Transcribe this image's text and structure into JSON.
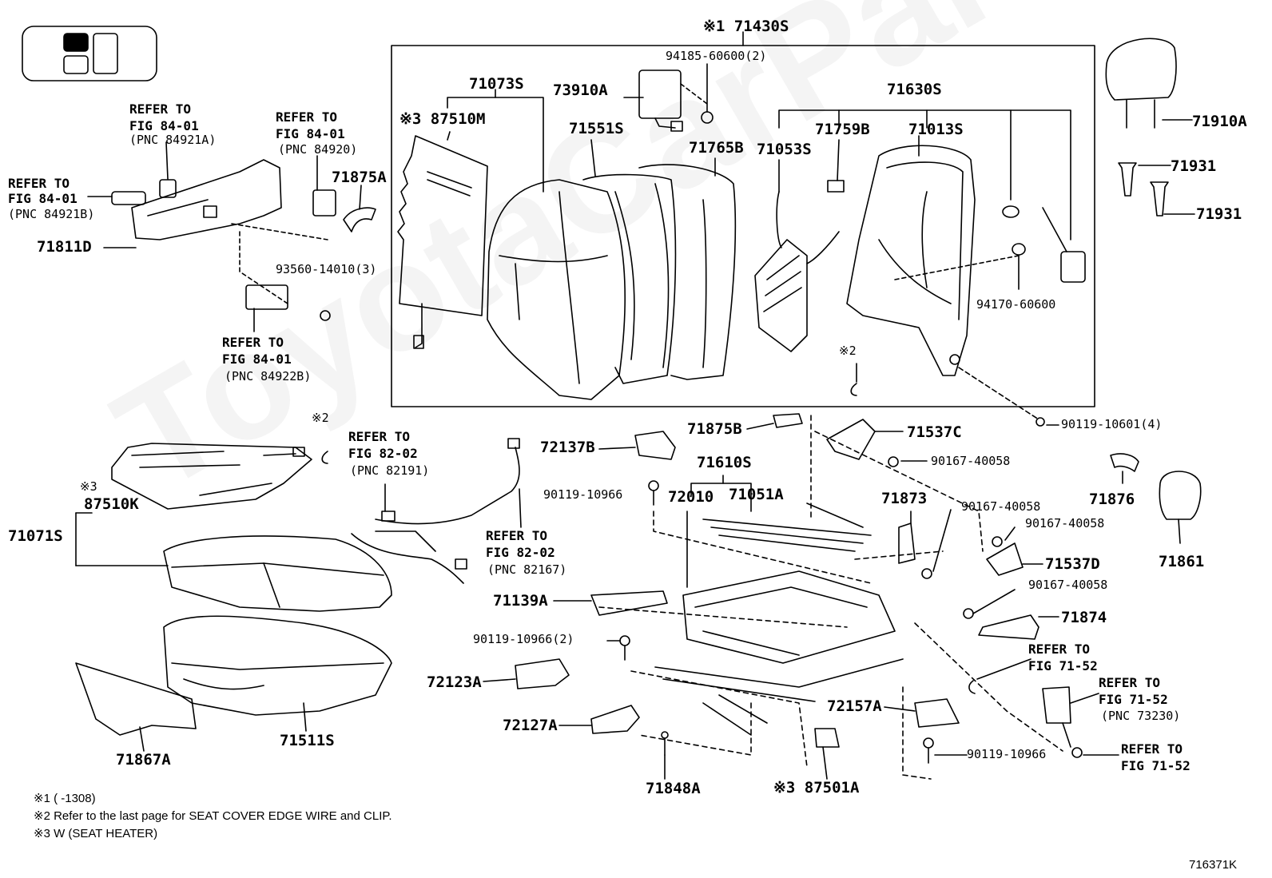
{
  "watermark": "ToyotaCarParts.ru",
  "figure_id": "716371K",
  "header": "※1 71430S",
  "parts": {
    "p94185": "94185-60600(2)",
    "p71073S": "71073S",
    "p73910A": "73910A",
    "p87510M": "※3 87510M",
    "p71551S": "71551S",
    "p71765B": "71765B",
    "p71630S": "71630S",
    "p71759B": "71759B",
    "p71013S": "71013S",
    "p71053S": "71053S",
    "p71910A": "71910A",
    "p71931a": "71931",
    "p71931b": "71931",
    "p94170": "94170-60600",
    "p90119_10601": "90119-10601(4)",
    "p71875A": "71875A",
    "p71811D": "71811D",
    "p93560": "93560-14010(3)",
    "p71875B": "71875B",
    "p71537C": "71537C",
    "p90167a": "90167-40058",
    "p72137B": "72137B",
    "p71610S": "71610S",
    "p90119_10966a": "90119-10966",
    "p72010": "72010",
    "p71051A": "71051A",
    "p71873": "71873",
    "p90167b": "90167-40058",
    "p90167c": "90167-40058",
    "p71537D": "71537D",
    "p71876": "71876",
    "p71861": "71861",
    "p87510K": "87510K",
    "p87510K_note": "※3",
    "p71071S": "71071S",
    "p71139A": "71139A",
    "p90167d": "90167-40058",
    "p71874": "71874",
    "p90119_10966b": "90119-10966(2)",
    "p72123A": "72123A",
    "p72127A": "72127A",
    "p72157A": "72157A",
    "p90119_10966c": "90119-10966",
    "p71867A": "71867A",
    "p71511S": "71511S",
    "p71848A": "71848A",
    "p87501A": "※3 87501A",
    "mark2a": "※2",
    "mark2b": "※2"
  },
  "refs": {
    "r1": [
      "REFER TO",
      "FIG 84-01",
      "(PNC 84921A)"
    ],
    "r2": [
      "REFER TO",
      "FIG 84-01",
      "(PNC 84920)"
    ],
    "r3": [
      "REFER TO",
      "FIG 84-01",
      "(PNC 84921B)"
    ],
    "r4": [
      "REFER TO",
      "FIG 84-01",
      "(PNC 84922B)"
    ],
    "r5": [
      "REFER TO",
      "FIG 82-02",
      "(PNC 82191)"
    ],
    "r6": [
      "REFER TO",
      "FIG 82-02",
      "(PNC 82167)"
    ],
    "r7": [
      "REFER TO",
      "FIG 71-52"
    ],
    "r8": [
      "REFER TO",
      "FIG 71-52",
      "(PNC 73230)"
    ],
    "r9": [
      "REFER TO",
      "FIG 71-52"
    ]
  },
  "notes": [
    "※1 (      -1308)",
    "※2 Refer to the last page for SEAT COVER EDGE WIRE and CLIP.",
    "※3 W (SEAT HEATER)"
  ]
}
